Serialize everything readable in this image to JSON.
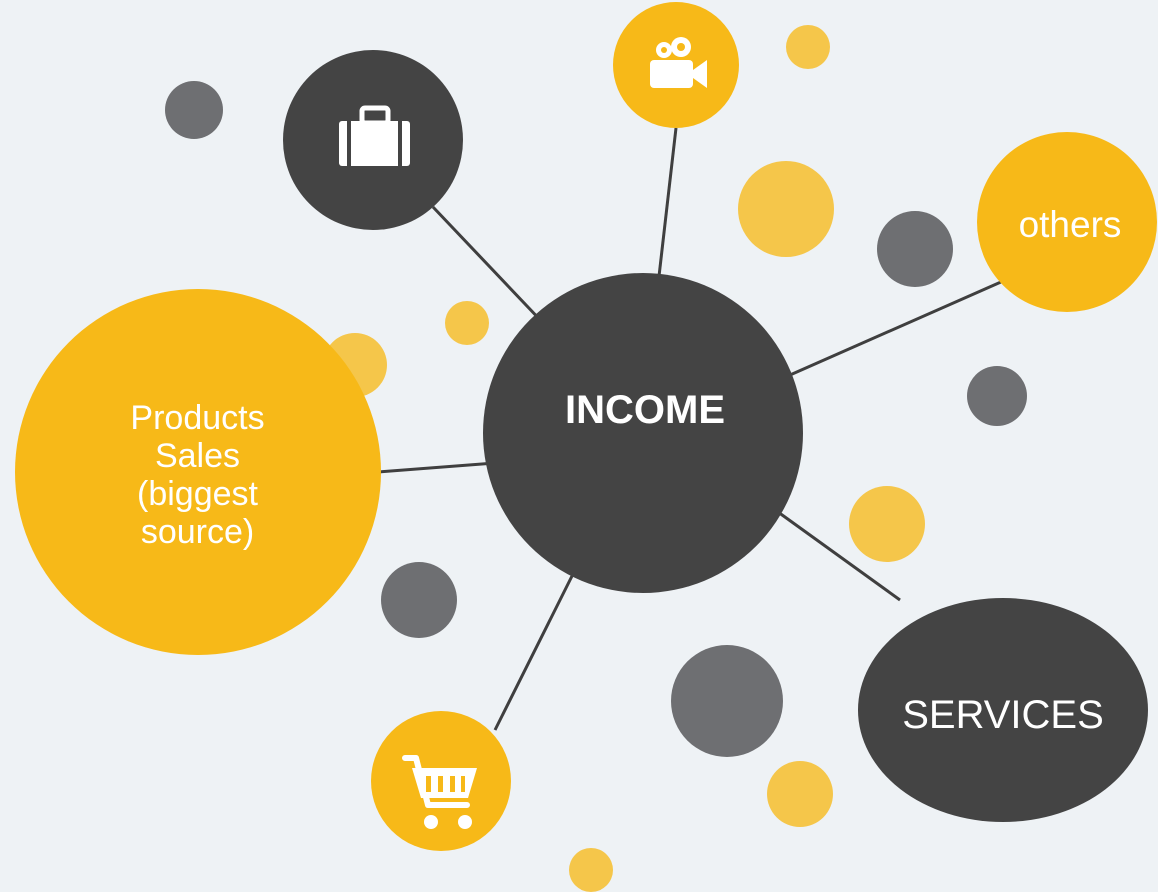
{
  "diagram": {
    "center": {
      "label": "INCOME"
    },
    "nodes": {
      "products": {
        "label": "Products\nSales\n(biggest\nsource)"
      },
      "others": {
        "label": "others"
      },
      "services": {
        "label": "SERVICES"
      },
      "briefcase": {
        "icon": "briefcase-icon"
      },
      "camera": {
        "icon": "video-camera-icon"
      },
      "cart": {
        "icon": "shopping-cart-icon"
      }
    },
    "colors": {
      "background": "#eef2f5",
      "dark": "#444444",
      "yellow": "#f7b918",
      "light_yellow": "#f5c64a",
      "gray": "#6e6f72",
      "line": "#3f3f3f",
      "text": "#ffffff"
    }
  }
}
